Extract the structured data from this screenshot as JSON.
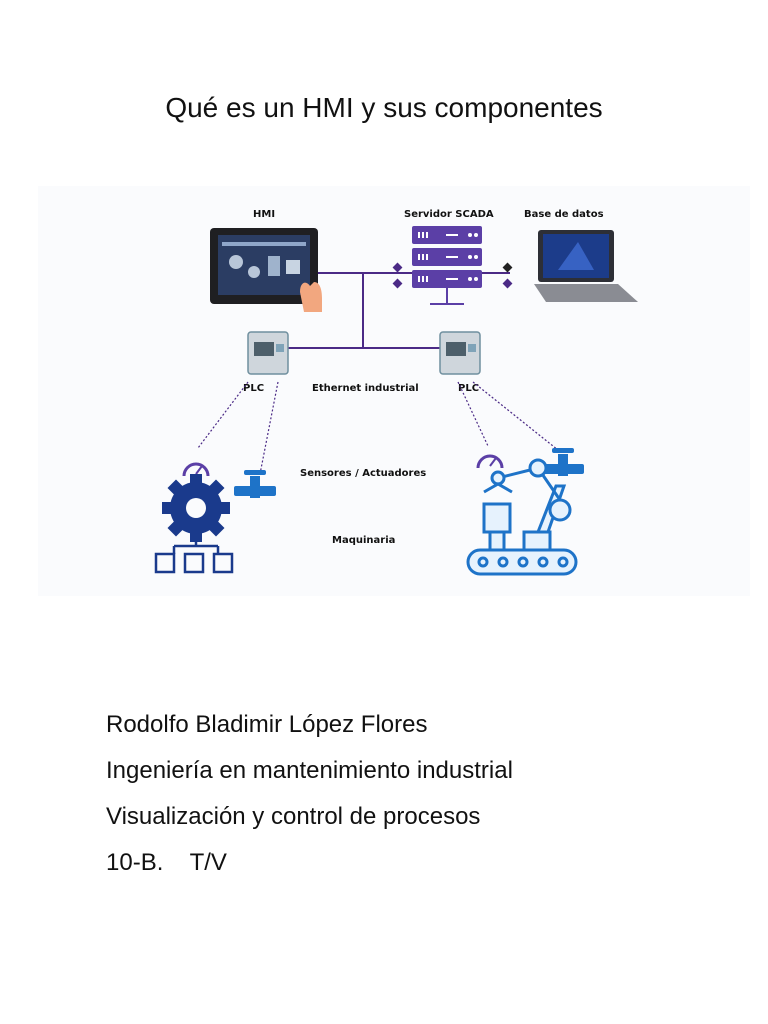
{
  "title": "Qué es un HMI y sus componentes",
  "diagram": {
    "labels": {
      "hmi": "HMI",
      "scada": "Servidor SCADA",
      "db": "Base de datos",
      "plc_left": "PLC",
      "plc_right": "PLC",
      "ethernet": "Ethernet industrial",
      "sensors": "Sensores / Actuadores",
      "machinery": "Maquinaria"
    },
    "colors": {
      "network": "#4b2a86",
      "device": "#1e73c8",
      "server": "#5b3fa6",
      "plc": "#6f8f9e"
    }
  },
  "info": {
    "author": "Rodolfo Bladimir López Flores",
    "career": "Ingeniería en mantenimiento industrial",
    "course": "Visualización y control de procesos",
    "group": "10-B.    T/V"
  }
}
